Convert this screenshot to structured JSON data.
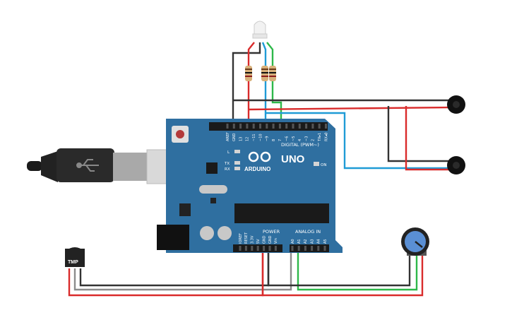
{
  "board": {
    "model": "UNO",
    "brand": "ARDUINO",
    "digital_header": "DIGITAL (PWM~)",
    "analog_header": "ANALOG IN",
    "power_header": "POWER",
    "on_label": "ON",
    "l_label": "L",
    "tx_label": "TX",
    "rx_label": "RX",
    "digital_pins": [
      "AREF",
      "GND",
      "13",
      "12",
      "~11",
      "~10",
      "~9",
      "8",
      "7",
      "~6",
      "~5",
      "4",
      "~3",
      "2",
      "TX▸1",
      "RX◂0"
    ],
    "power_pins": [
      "IOREF",
      "RESET",
      "3.3V",
      "5V",
      "GND",
      "GND",
      "Vin"
    ],
    "analog_pins": [
      "A0",
      "A1",
      "A2",
      "A3",
      "A4",
      "A5"
    ]
  },
  "sensor": {
    "label": "TMP"
  },
  "wire_colors": {
    "red": "#d92b2b",
    "black": "#333333",
    "blue": "#1f9bd6",
    "green": "#2eb84a",
    "gray": "#8c8c8c"
  },
  "board_color": "#2f6fa0"
}
